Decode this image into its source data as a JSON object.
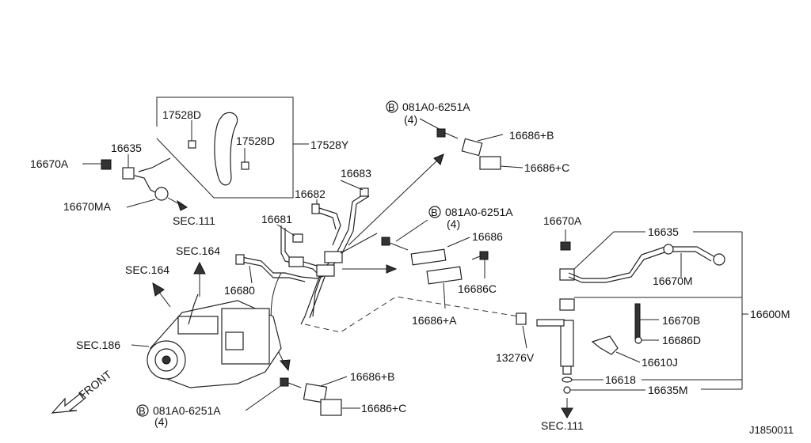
{
  "labels": {
    "p17528D_a": "17528D",
    "p17528D_b": "17528D",
    "p17528Y": "17528Y",
    "p16635_l": "16635",
    "p16670A_l": "16670A",
    "p16670MA": "16670MA",
    "sec111_top": "SEC.111",
    "bolt_b_top": "081A0-6251A",
    "bolt_b_top_qty": "(4)",
    "p16686B_top": "16686+B",
    "p16686C_top": "16686+C",
    "p16683": "16683",
    "p16682": "16682",
    "p16681": "16681",
    "bolt_b_mid": "081A0-6251A",
    "bolt_b_mid_qty": "(4)",
    "p16686": "16686",
    "p16686C_mid": "16686C",
    "p16686A": "16686+A",
    "sec164_a": "SEC.164",
    "sec164_b": "SEC.164",
    "p16680": "16680",
    "sec186": "SEC.186",
    "front": "FRONT",
    "p16686B_bot": "16686+B",
    "p16686C_bot": "16686+C",
    "bolt_b_bot": "081A0-6251A",
    "bolt_b_bot_qty": "(4)",
    "p16670A_r": "16670A",
    "p16635_r": "16635",
    "p16670M": "16670M",
    "p16600M": "16600M",
    "p16670B": "16670B",
    "p16686D": "16686D",
    "p13276V": "13276V",
    "p16610J": "16610J",
    "p16618": "16618",
    "p16635M": "16635M",
    "sec111_bot": "SEC.111",
    "diagram_id": "J1850011"
  },
  "symbols": {
    "bolt_marker": "B"
  }
}
